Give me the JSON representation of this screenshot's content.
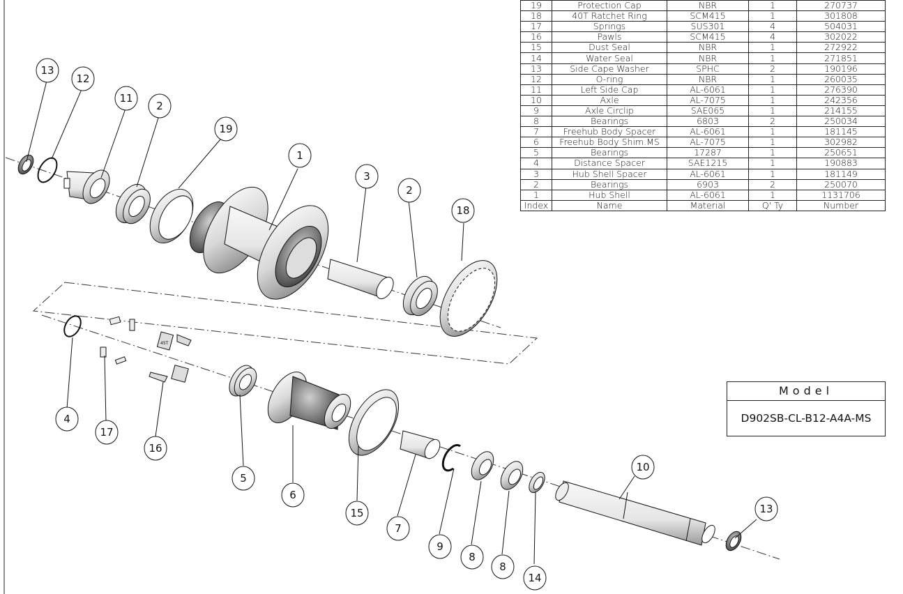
{
  "parts_table": {
    "rows": [
      {
        "index": "19",
        "name": "Protection Cap",
        "material": "NBR",
        "qty": "1",
        "number": "270737"
      },
      {
        "index": "18",
        "name": "40T Ratchet Ring",
        "material": "SCM415",
        "qty": "1",
        "number": "301808"
      },
      {
        "index": "17",
        "name": "Springs",
        "material": "SUS301",
        "qty": "4",
        "number": "504031"
      },
      {
        "index": "16",
        "name": "Pawls",
        "material": "SCM415",
        "qty": "4",
        "number": "302022"
      },
      {
        "index": "15",
        "name": "Dust Seal",
        "material": "NBR",
        "qty": "1",
        "number": "272922"
      },
      {
        "index": "14",
        "name": "Water Seal",
        "material": "NBR",
        "qty": "1",
        "number": "271851"
      },
      {
        "index": "13",
        "name": "Side Cape Washer",
        "material": "SPHC",
        "qty": "2",
        "number": "190196"
      },
      {
        "index": "12",
        "name": "O-ring",
        "material": "NBR",
        "qty": "1",
        "number": "260035"
      },
      {
        "index": "11",
        "name": "Left Side Cap",
        "material": "AL-6061",
        "qty": "1",
        "number": "276390"
      },
      {
        "index": "10",
        "name": "Axle",
        "material": "AL-7075",
        "qty": "1",
        "number": "242356"
      },
      {
        "index": "9",
        "name": "Axle Circlip",
        "material": "SAE065",
        "qty": "1",
        "number": "214155"
      },
      {
        "index": "8",
        "name": "Bearings",
        "material": "6803",
        "qty": "2",
        "number": "250034"
      },
      {
        "index": "7",
        "name": "Freehub Body Spacer",
        "material": "AL-6061",
        "qty": "1",
        "number": "181145"
      },
      {
        "index": "6",
        "name": "Freehub Body Shim.MS",
        "material": "AL-7075",
        "qty": "1",
        "number": "302982"
      },
      {
        "index": "5",
        "name": "Bearings",
        "material": "17287",
        "qty": "1",
        "number": "250651"
      },
      {
        "index": "4",
        "name": "Distance Spacer",
        "material": "SAE1215",
        "qty": "1",
        "number": "190883"
      },
      {
        "index": "3",
        "name": "Hub Shell Spacer",
        "material": "AL-6061",
        "qty": "1",
        "number": "181149"
      },
      {
        "index": "2",
        "name": "Bearings",
        "material": "6903",
        "qty": "2",
        "number": "250070"
      },
      {
        "index": "1",
        "name": "Hub Shell",
        "material": "AL-6061",
        "qty": "1",
        "number": "1131706"
      }
    ],
    "header": {
      "index": "Index",
      "name": "Name",
      "material": "Material",
      "qty": "Q' Ty",
      "number": "Number"
    }
  },
  "model": {
    "label": "Model",
    "value": "D902SB-CL-B12-A4A-MS"
  },
  "callouts": [
    "13",
    "12",
    "11",
    "2",
    "19",
    "1",
    "3",
    "2",
    "18",
    "4",
    "17",
    "16",
    "5",
    "6",
    "15",
    "7",
    "9",
    "8",
    "8",
    "14",
    "10",
    "13"
  ],
  "pawl_stamp": "45T"
}
